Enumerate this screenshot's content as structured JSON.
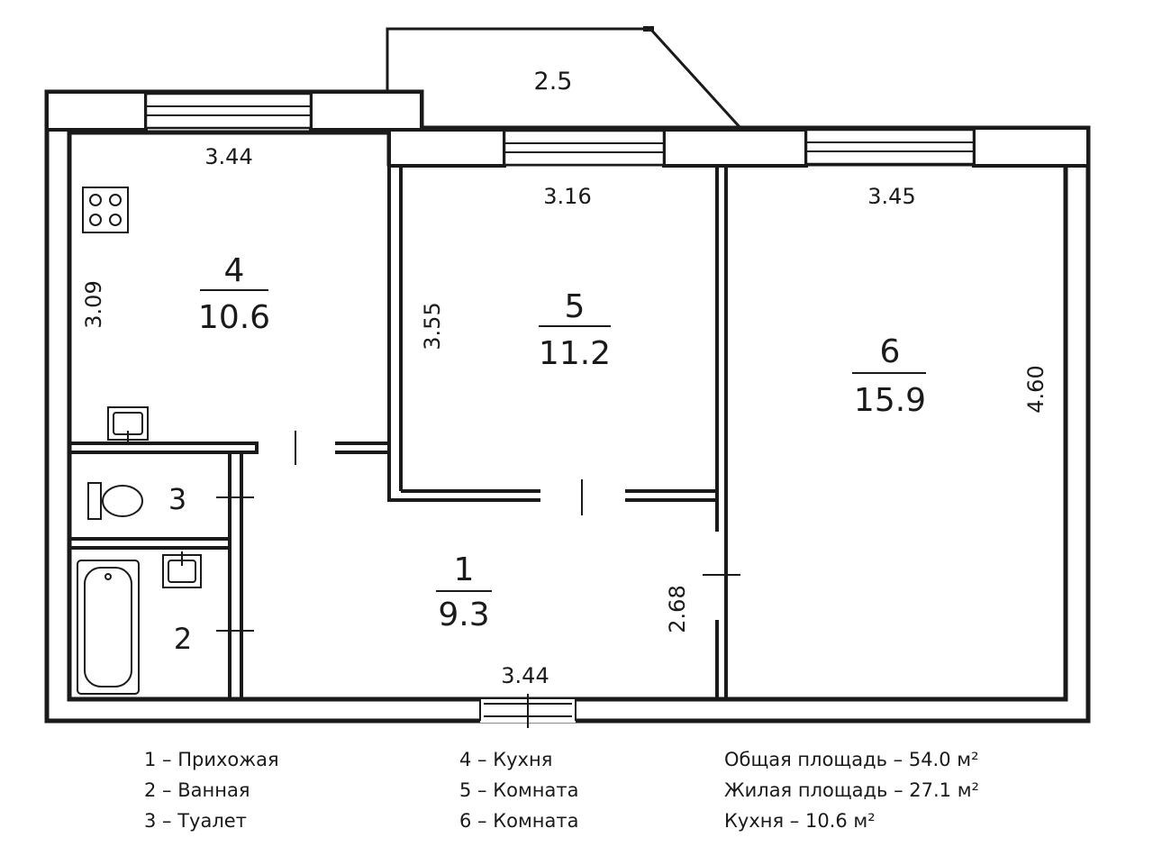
{
  "rooms": [
    {
      "number": "1",
      "area": "9.3"
    },
    {
      "number": "2"
    },
    {
      "number": "3"
    },
    {
      "number": "4",
      "area": "10.6"
    },
    {
      "number": "5",
      "area": "11.2"
    },
    {
      "number": "6",
      "area": "15.9"
    }
  ],
  "balcony": {
    "area": "2.5"
  },
  "dimensions": {
    "kitchen_top": "3.44",
    "kitchen_side": "3.09",
    "room5_top": "3.16",
    "room5_side": "3.55",
    "room6_top": "3.45",
    "room6_side": "4.60",
    "hall_side": "2.68",
    "hall_bottom": "3.44"
  },
  "legend": {
    "col1": [
      "1 – Прихожая",
      "2 – Ванная",
      "3 – Туалет"
    ],
    "col2": [
      "4 – Кухня",
      "5 – Комната",
      "6 – Комната"
    ],
    "col3": [
      "Общая площадь – 54.0 м²",
      "Жилая площадь – 27.1 м²",
      "Кухня – 10.6 м²"
    ]
  }
}
